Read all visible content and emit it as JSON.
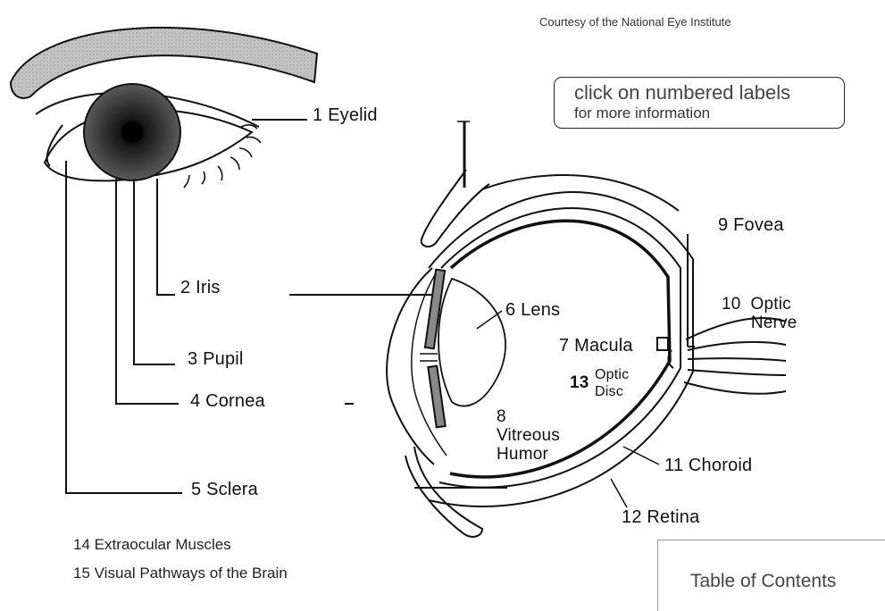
{
  "credit": "Courtesy of the National Eye Institute",
  "hint": {
    "line1": "click on numbered labels",
    "line2": "for more information"
  },
  "labels": {
    "eyelid": "1  Eyelid",
    "iris": "2  Iris",
    "pupil": "3   Pupil",
    "cornea": "4   Cornea",
    "sclera": "5    Sclera",
    "lens": "6 Lens",
    "macula": "7 Macula",
    "vitreous": "8\nVitreous\nHumor",
    "fovea": "9  Fovea",
    "optic_nerve": "10  Optic\n      Nerve",
    "choroid": "11 Choroid",
    "retina": "12  Retina",
    "optic_disc_number": "13",
    "optic_disc_text": "Optic\nDisc"
  },
  "extra_links": {
    "muscles": "14 Extraocular Muscles",
    "pathways": "15 Visual Pathways of the Brain"
  },
  "toc": "Table of Contents",
  "colors": {
    "line": "#111111",
    "iris": "#3a3a3a",
    "brow": "#b4b4b4"
  }
}
